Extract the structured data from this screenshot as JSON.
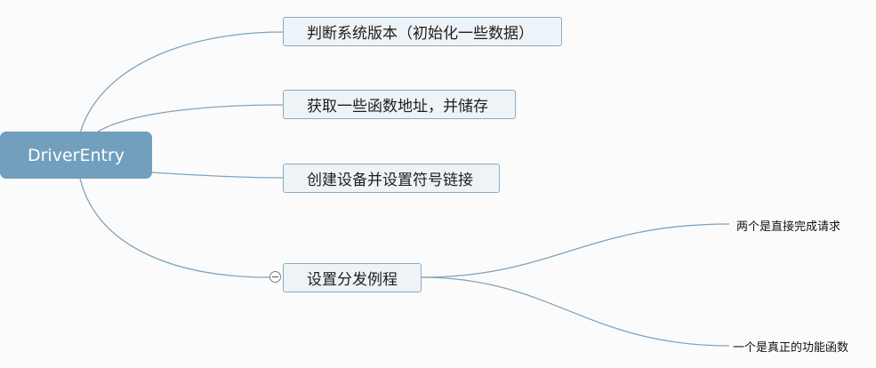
{
  "root": {
    "label": "DriverEntry"
  },
  "topics": [
    {
      "label": "判断系统版本（初始化一些数据）"
    },
    {
      "label": "获取一些函数地址，并储存"
    },
    {
      "label": "创建设备并设置符号链接"
    },
    {
      "label": "设置分发例程"
    }
  ],
  "subtopics": [
    {
      "label": "两个是直接完成请求"
    },
    {
      "label": "一个是真正的功能函数"
    }
  ],
  "colors": {
    "root_fill": "#729fbe",
    "topic_fill": "#eef3f7",
    "topic_border": "#8aabc2",
    "connector": "#7fa3bd",
    "background": "#fbfbfb"
  }
}
